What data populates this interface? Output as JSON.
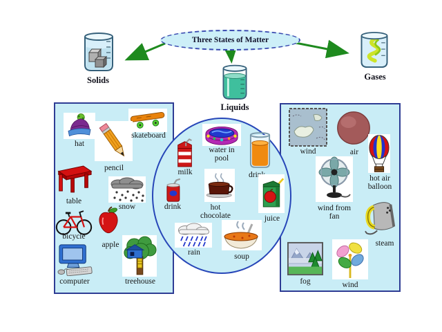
{
  "title": {
    "text": "Three States of Matter"
  },
  "overview": {
    "solids": {
      "label": "Solids",
      "icon": "solids-beaker-icon"
    },
    "liquids": {
      "label": "Liquids",
      "icon": "liquids-beaker-icon"
    },
    "gases": {
      "label": "Gases",
      "icon": "gases-beaker-icon"
    }
  },
  "panels": {
    "solids": {
      "items": [
        {
          "label": "hat",
          "icon": "winter-hat-icon"
        },
        {
          "label": "skateboard",
          "icon": "skateboard-icon"
        },
        {
          "label": "pencil",
          "icon": "pencil-icon"
        },
        {
          "label": "table",
          "icon": "table-icon"
        },
        {
          "label": "snow",
          "icon": "snow-cloud-icon"
        },
        {
          "label": "bicycle",
          "icon": "bicycle-icon"
        },
        {
          "label": "apple",
          "icon": "apple-icon"
        },
        {
          "label": "computer",
          "icon": "computer-icon"
        },
        {
          "label": "treehouse",
          "icon": "treehouse-icon"
        }
      ]
    },
    "liquids": {
      "items": [
        {
          "label": "milk",
          "icon": "milk-carton-icon"
        },
        {
          "label": "water in pool",
          "icon": "pool-icon"
        },
        {
          "label": "drink",
          "icon": "orange-drink-glass-icon"
        },
        {
          "label": "drink",
          "icon": "soda-can-icon"
        },
        {
          "label": "hot chocolate",
          "icon": "hot-chocolate-mug-icon"
        },
        {
          "label": "juice",
          "icon": "juice-box-icon"
        },
        {
          "label": "rain",
          "icon": "rain-cloud-icon"
        },
        {
          "label": "soup",
          "icon": "soup-bowl-icon"
        }
      ]
    },
    "gases": {
      "items": [
        {
          "label": "wind",
          "icon": "weather-map-icon"
        },
        {
          "label": "air",
          "icon": "air-ball-icon"
        },
        {
          "label": "hot air balloon",
          "icon": "hot-air-balloon-icon"
        },
        {
          "label": "wind from fan",
          "icon": "electric-fan-icon"
        },
        {
          "label": "steam",
          "icon": "steam-iron-icon"
        },
        {
          "label": "fog",
          "icon": "fog-landscape-icon"
        },
        {
          "label": "wind",
          "icon": "pinwheel-icon"
        }
      ]
    }
  },
  "colors": {
    "panel_fill": "#c9edf6",
    "panel_border": "#2e3c94",
    "circle_border": "#2746b8",
    "ellipse_fill": "#cdeff8",
    "ellipse_border": "#3a4ab0",
    "arrow_green": "#1e8a1e"
  }
}
